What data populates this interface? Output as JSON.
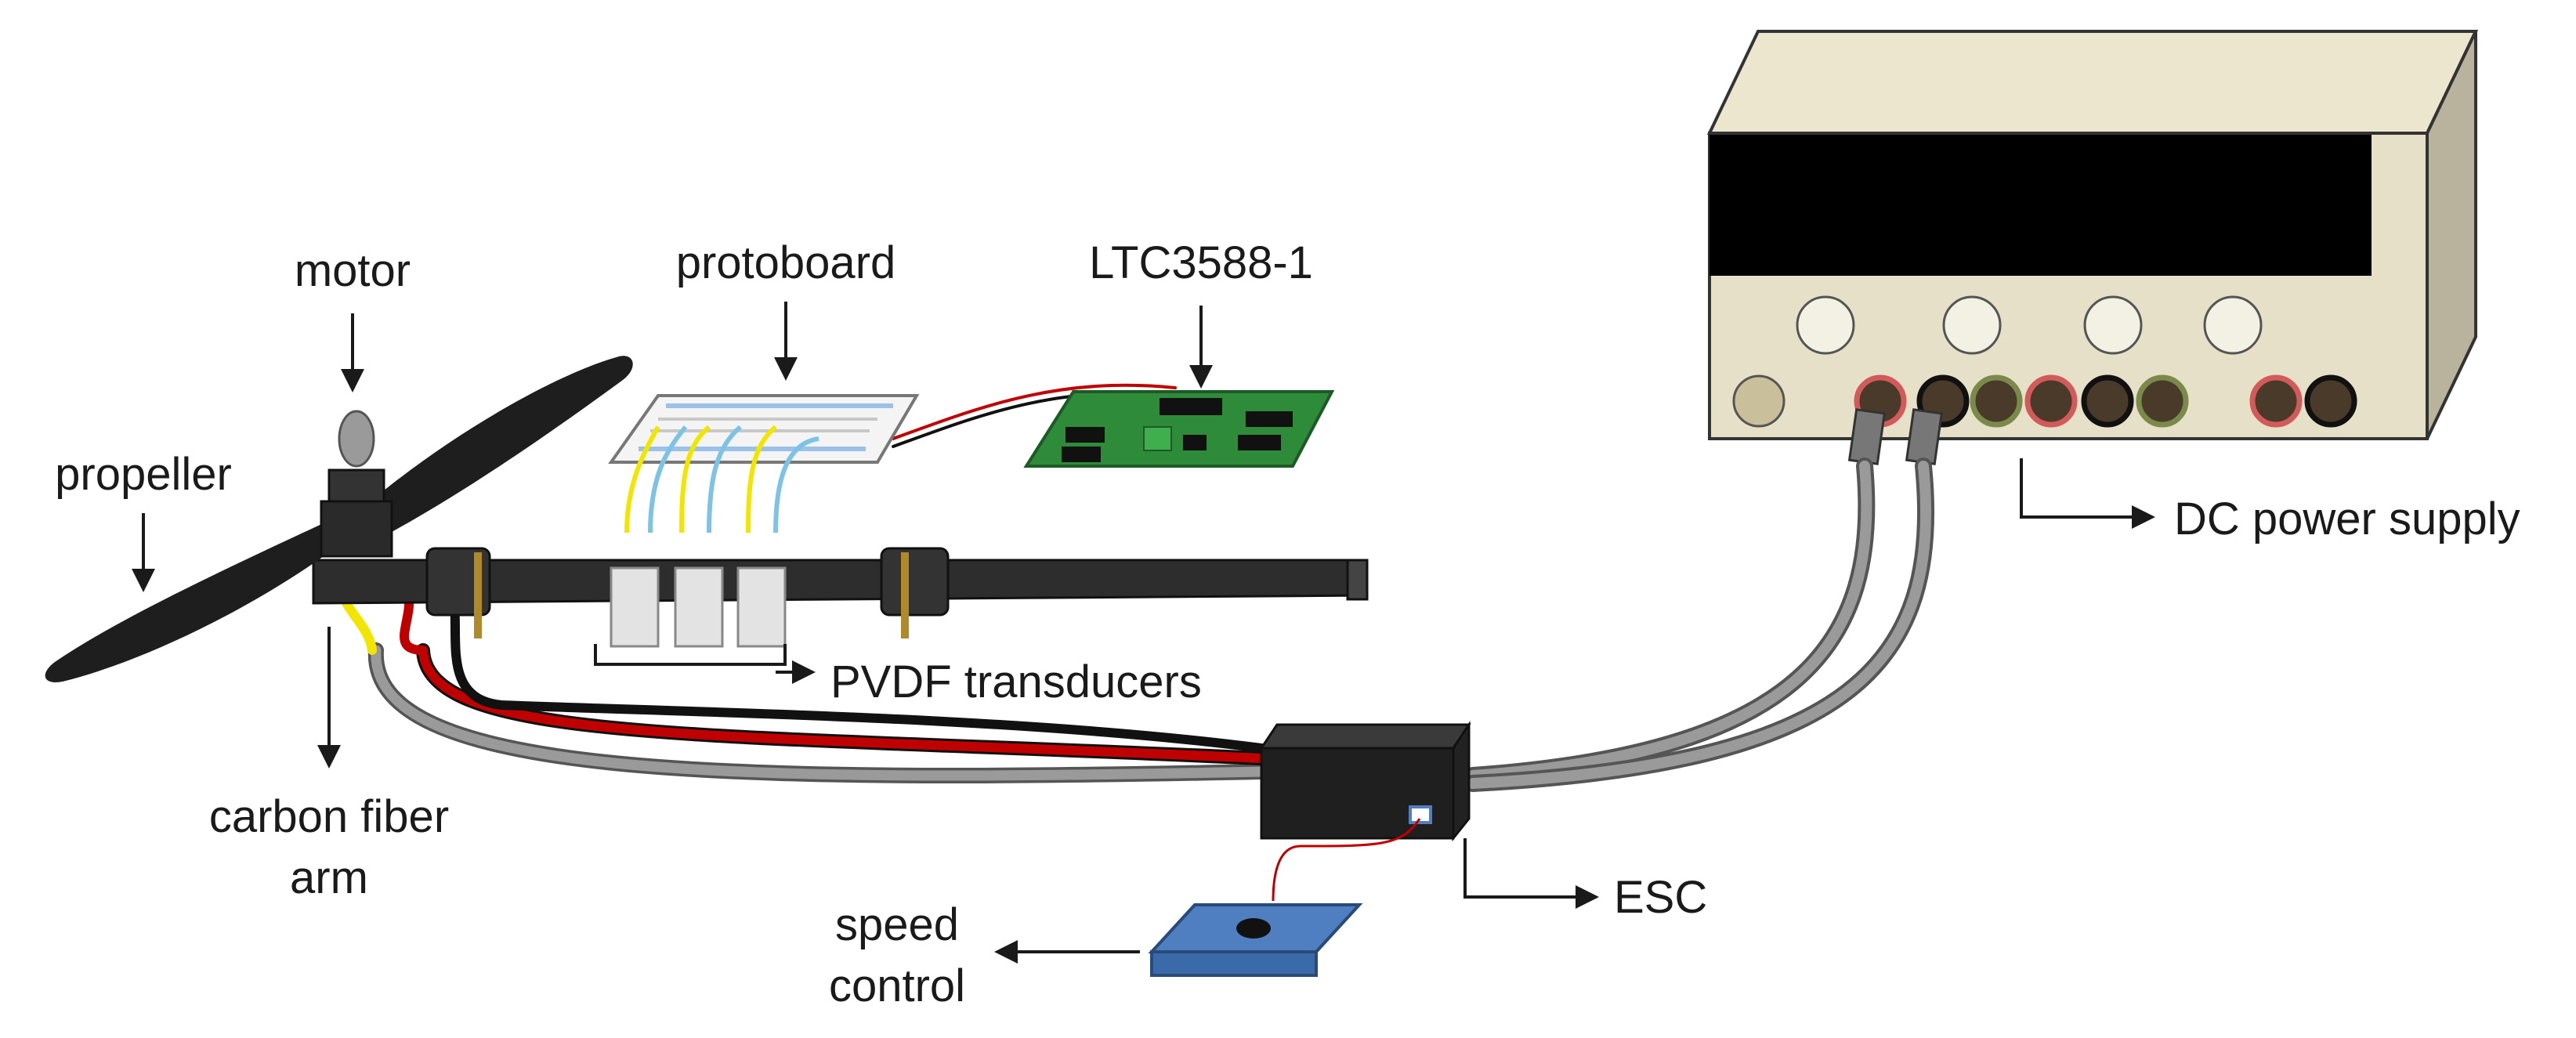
{
  "labels": {
    "motor": "motor",
    "protoboard": "protoboard",
    "ltc": "LTC3588-1",
    "propeller": "propeller",
    "dc_power_supply": "DC power supply",
    "pvdf_transducers": "PVDF transducers",
    "carbon_fiber_line1": "carbon fiber",
    "carbon_fiber_line2": "arm",
    "esc": "ESC",
    "speed_control_line1": "speed",
    "speed_control_line2": "control"
  },
  "colors": {
    "arm": "#2d2d2d",
    "wire_red": "#c00000",
    "wire_black": "#111111",
    "wire_gray": "#9a9a9a",
    "wire_yellow": "#f2e600",
    "wire_blue": "#7ec3e6",
    "pcb_green": "#2e8b3a",
    "psu_body": "#e6e0c8",
    "psu_side": "#b9b39e",
    "psu_display": "#000000",
    "speed_pad": "#4f7fc0"
  }
}
